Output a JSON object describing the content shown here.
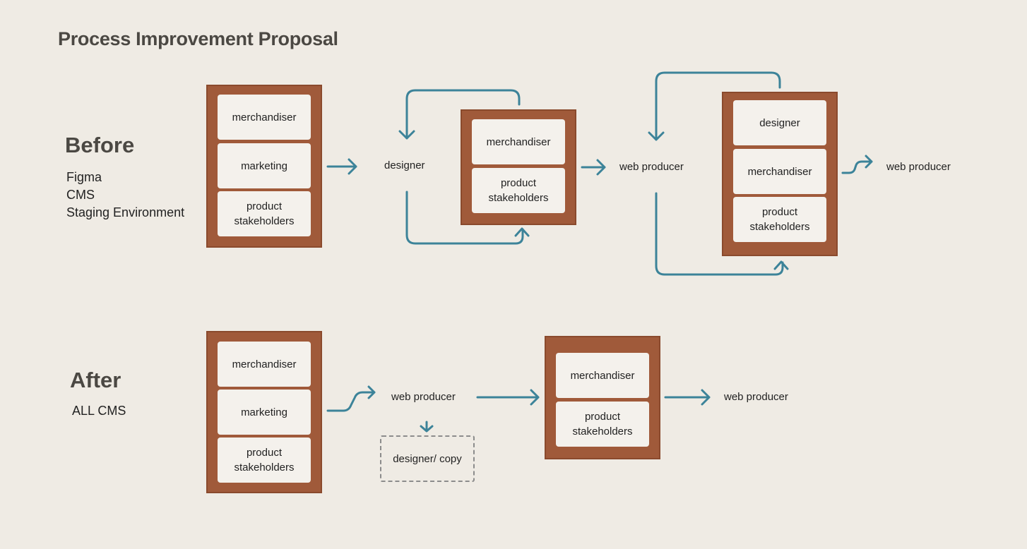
{
  "title": "Process Improvement Proposal",
  "before": {
    "label": "Before",
    "tools": [
      "Figma",
      "CMS",
      "Staging Environment"
    ],
    "group1": [
      "merchandiser",
      "marketing",
      "product stakeholders"
    ],
    "node_designer": "designer",
    "group2": [
      "merchandiser",
      "product stakeholders"
    ],
    "node_web_producer": "web producer",
    "group3": [
      "designer",
      "merchandiser",
      "product stakeholders"
    ],
    "node_final": "web producer"
  },
  "after": {
    "label": "After",
    "tools": [
      "ALL CMS"
    ],
    "group1": [
      "merchandiser",
      "marketing",
      "product stakeholders"
    ],
    "node_web_producer": "web producer",
    "node_optional": "designer/ copy",
    "group2": [
      "merchandiser",
      "product stakeholders"
    ],
    "node_final": "web producer"
  },
  "colors": {
    "background": "#efebe4",
    "group_fill": "#a05a3a",
    "card_fill": "#f4f1ec",
    "arrow": "#3c8399",
    "dashed_border": "#8c8c8c"
  }
}
